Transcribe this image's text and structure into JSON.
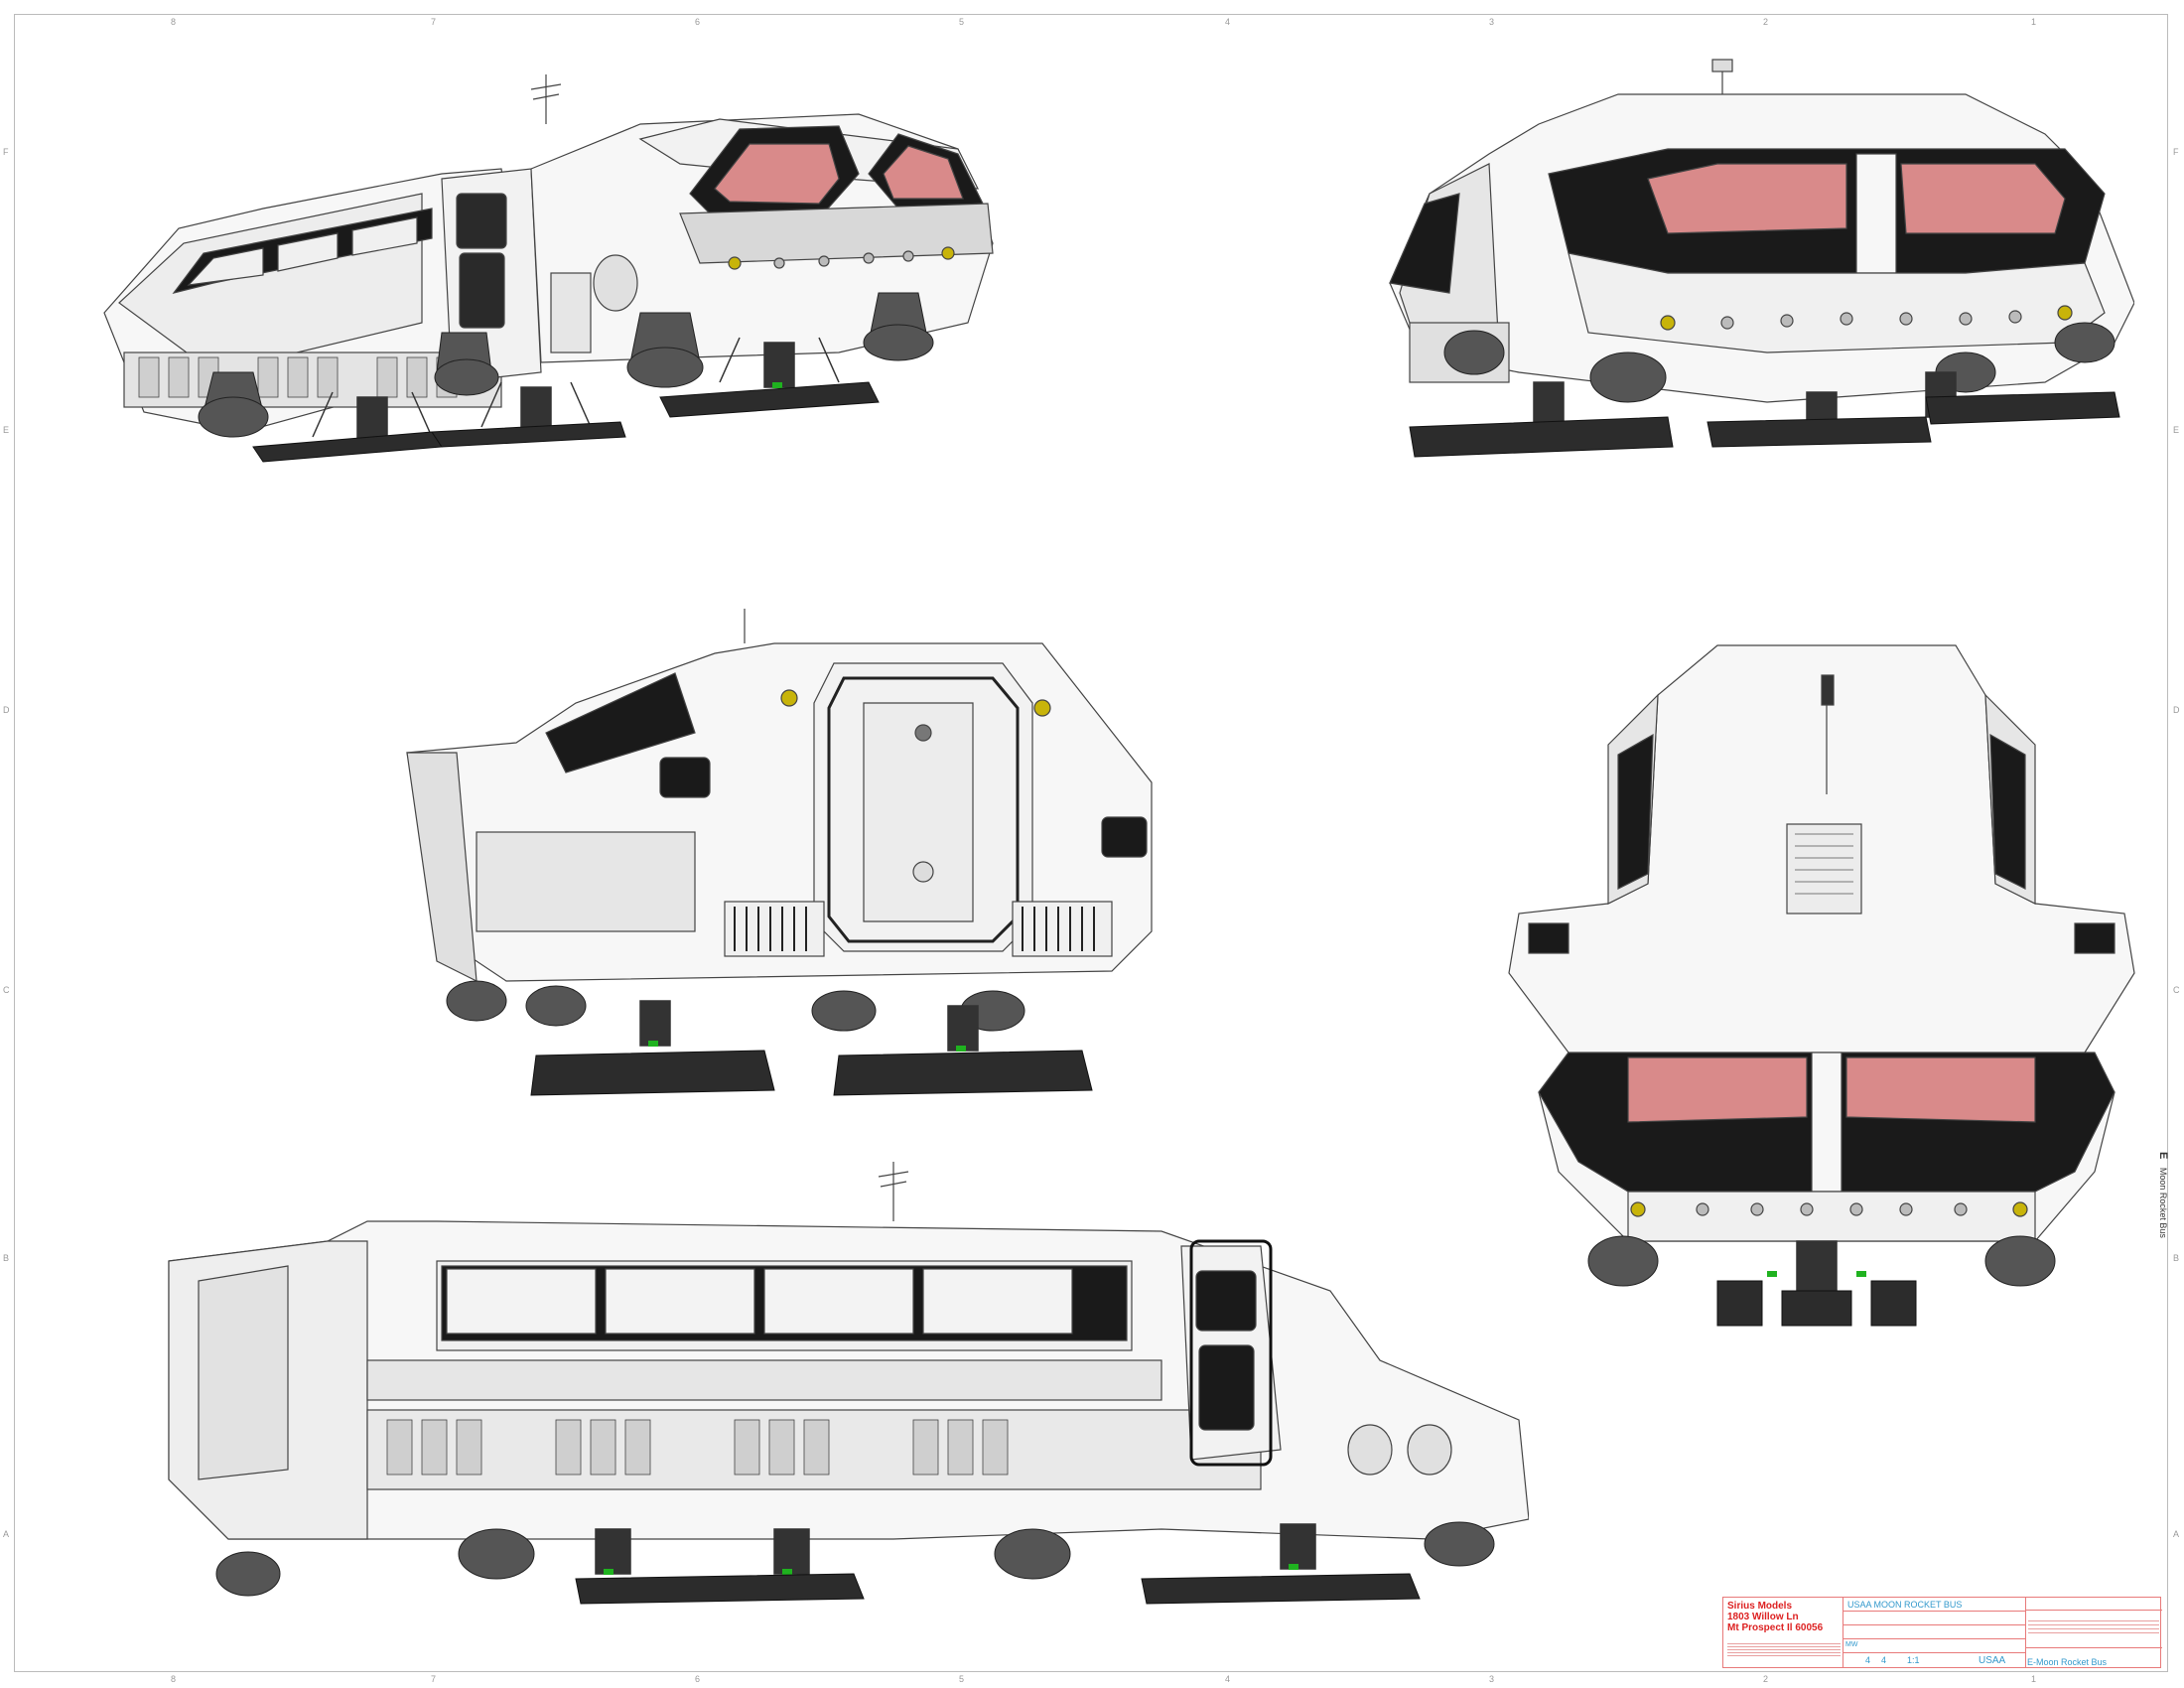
{
  "drawing": {
    "zone_numbers_top": [
      "8",
      "7",
      "6",
      "5",
      "4",
      "3",
      "2",
      "1"
    ],
    "zone_numbers_bottom": [
      "8",
      "7",
      "6",
      "5",
      "4",
      "3",
      "2",
      "1"
    ],
    "zone_letters_left": [
      "F",
      "E",
      "D",
      "C",
      "B",
      "A"
    ],
    "zone_letters_right": [
      "F",
      "E",
      "D",
      "C",
      "B",
      "A"
    ],
    "side_title_letter": "E",
    "side_title_text": "Moon Rocket Bus",
    "views": [
      "perspective-front-left",
      "perspective-front",
      "rear-perspective",
      "top-front",
      "side-left"
    ]
  },
  "title_block": {
    "company_line1": "Sirius Models",
    "company_line2": "1803 Willow Ln",
    "company_line3": "Mt Prospect Il 60056",
    "project_name": "USAA MOON ROCKET BUS",
    "sheet_label": "USAA",
    "drawn_by": "MW",
    "sheet": "4",
    "of": "4",
    "scale": "1:1",
    "part_name": "E-Moon Rocket Bus"
  },
  "colors": {
    "hull": "#f7f7f7",
    "hull_stroke": "#444444",
    "window_glass": "#d98a8a",
    "window_frame": "#1a1a1a",
    "engine": "#555555",
    "pad": "#2c2c2c",
    "green_part": "#1fb21f",
    "yellow_lamp": "#c8b40a",
    "title_red": "#dd2222",
    "title_blue": "#3399cc"
  }
}
